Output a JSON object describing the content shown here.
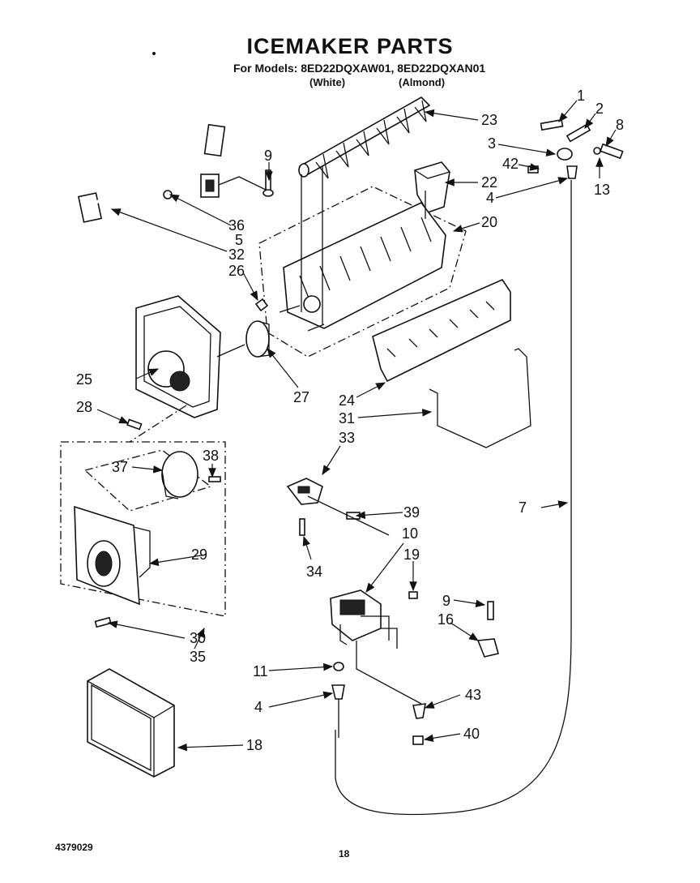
{
  "header": {
    "title": "ICEMAKER PARTS",
    "models_line": "For Models: 8ED22DQXAW01, 8ED22DQXAN01",
    "white_label": "(White)",
    "almond_label": "(Almond)"
  },
  "footer": {
    "doc_number": "4379029",
    "page_number": "18"
  },
  "callouts": [
    "1",
    "2",
    "8",
    "3",
    "42",
    "22",
    "4",
    "13",
    "23",
    "9",
    "36",
    "5",
    "32",
    "26",
    "20",
    "25",
    "27",
    "24",
    "28",
    "31",
    "33",
    "38",
    "37",
    "39",
    "7",
    "10",
    "19",
    "29",
    "34",
    "9",
    "16",
    "30",
    "35",
    "11",
    "43",
    "4",
    "40",
    "18"
  ]
}
